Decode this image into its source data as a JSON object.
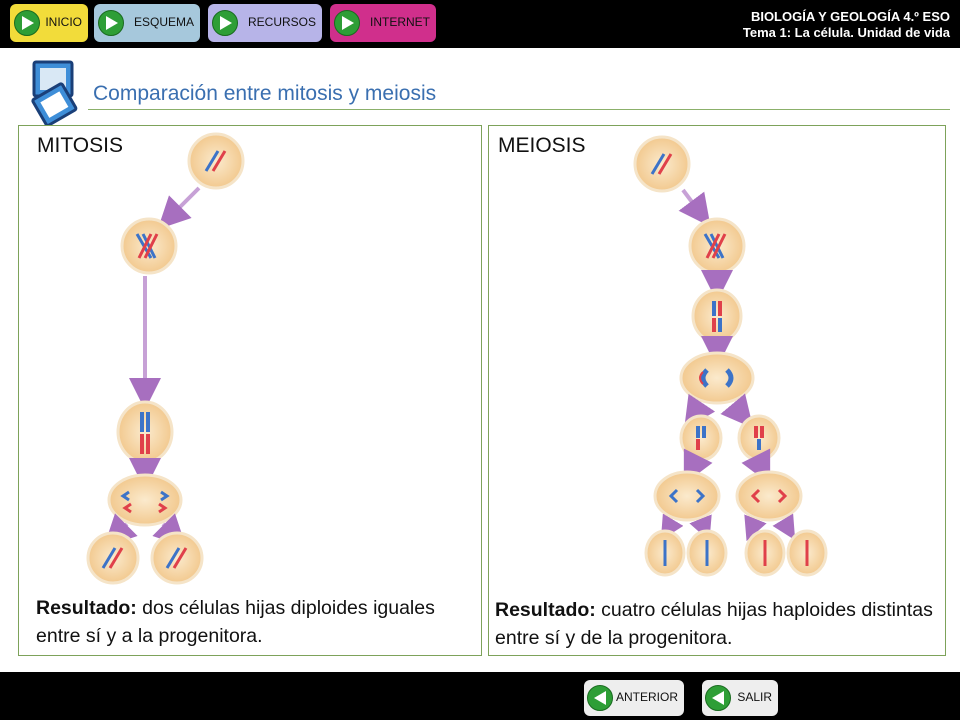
{
  "nav": {
    "inicio": "INICIO",
    "esquema": "ESQUEMA",
    "recursos": "RECURSOS",
    "internet": "INTERNET"
  },
  "header": {
    "title": "BIOLOGÍA Y GEOLOGÍA 4.º ESO",
    "subtitle": "Tema 1: La célula. Unidad de vida"
  },
  "section_title": "Comparación entre mitosis y meiosis",
  "mitosis": {
    "title": "MITOSIS",
    "result_label": "Resultado:",
    "result_text": " dos células hijas diploides iguales entre sí y a la progenitora."
  },
  "meiosis": {
    "title": "MEIOSIS",
    "result_label": "Resultado:",
    "result_text": " cuatro células hijas haploides distintas entre sí y de la progenitora."
  },
  "footer": {
    "anterior": "ANTERIOR",
    "salir": "SALIR"
  },
  "colors": {
    "cell_fill": "#f8dfb6",
    "arrow": "#a76fbf",
    "chromosome_red": "#e0404a",
    "chromosome_blue": "#3c73c8",
    "title_blue": "#3a6fb0",
    "border_green": "#7da25a"
  }
}
